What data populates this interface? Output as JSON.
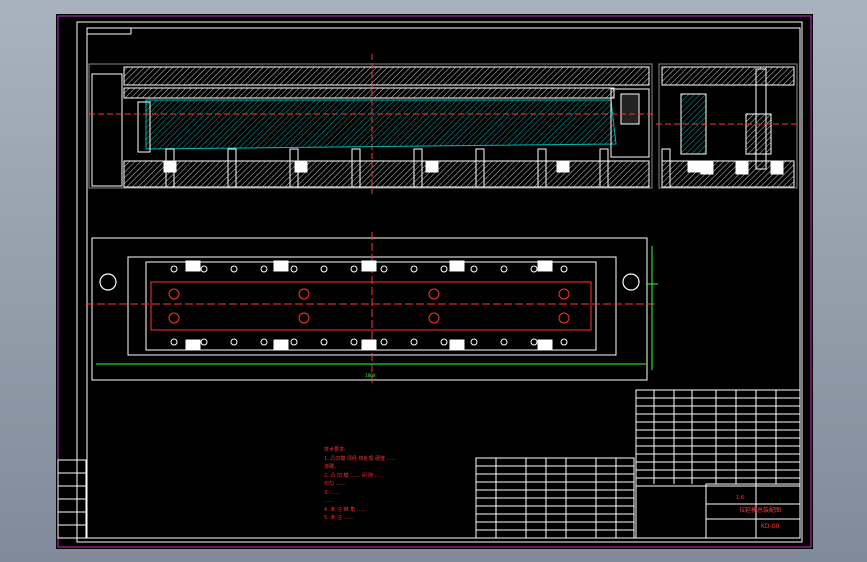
{
  "drawing": {
    "tech_req_title": "技术要求:",
    "tech_req_lines": [
      "1. 凸凹模 须经 热处理 硬度 ……",
      "渗碳。",
      "2. 凸 凹 模 ……  间 隙 ……",
      "均匀 ……",
      "3. ……",
      "……",
      "4. 未 注 倒 角 ……",
      "5. 未 注 ……"
    ],
    "dimension_label": "1800",
    "title_block": {
      "drawing_title": "拉延模总装配图",
      "drawing_number": "KD-00",
      "scale": "1:6"
    }
  },
  "colors": {
    "background": "#000000",
    "frame_line": "#ffffff",
    "border": "#cc33cc",
    "hatch": "#00b8b8",
    "center_line": "#ff3333",
    "dimension": "#33ff33",
    "text": "#ff3333"
  }
}
